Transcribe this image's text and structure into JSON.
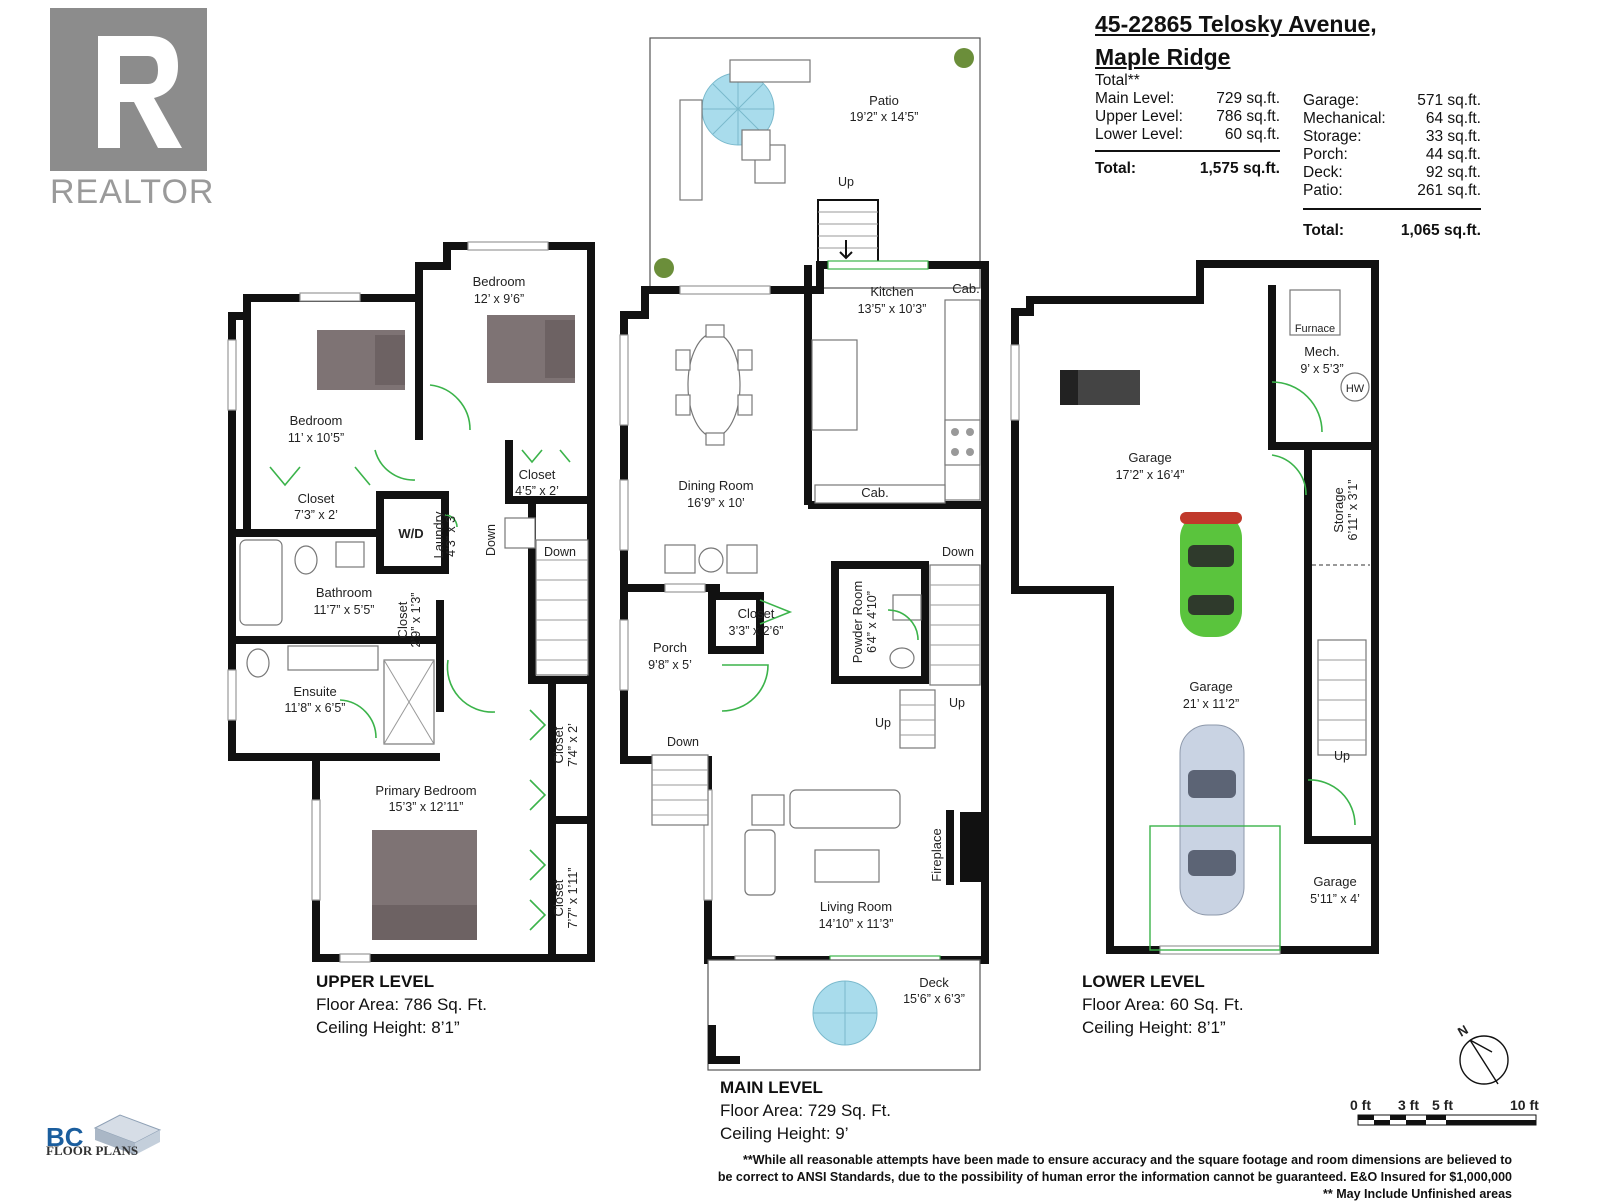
{
  "header": {
    "address_line1": "45-22865 Telosky Avenue,",
    "address_line2": "Maple Ridge"
  },
  "totals_left": {
    "heading": "Total**",
    "rows": [
      {
        "label": "Main Level:",
        "value": "729 sq.ft."
      },
      {
        "label": "Upper Level:",
        "value": "786 sq.ft."
      },
      {
        "label": "Lower Level:",
        "value": "60 sq.ft."
      }
    ],
    "total_label": "Total:",
    "total_value": "1,575 sq.ft."
  },
  "totals_right": {
    "rows": [
      {
        "label": "Garage:",
        "value": "571 sq.ft."
      },
      {
        "label": "Mechanical:",
        "value": "64 sq.ft."
      },
      {
        "label": "Storage:",
        "value": "33 sq.ft."
      },
      {
        "label": "Porch:",
        "value": "44 sq.ft."
      },
      {
        "label": "Deck:",
        "value": "92 sq.ft."
      },
      {
        "label": "Patio:",
        "value": "261 sq.ft."
      }
    ],
    "total_label": "Total:",
    "total_value": "1,065 sq.ft."
  },
  "levels": {
    "upper": {
      "name": "UPPER LEVEL",
      "area": "Floor Area: 786 Sq. Ft.",
      "ceiling": "Ceiling Height: 8’1”"
    },
    "main": {
      "name": "MAIN LEVEL",
      "area": "Floor Area: 729 Sq. Ft.",
      "ceiling": "Ceiling Height: 9’"
    },
    "lower": {
      "name": "LOWER LEVEL",
      "area": "Floor Area: 60 Sq. Ft.",
      "ceiling": "Ceiling Height: 8’1”"
    }
  },
  "rooms": {
    "bedroom_a": {
      "label": "Bedroom",
      "dim": "12’ x 9’6”"
    },
    "bedroom_b": {
      "label": "Bedroom",
      "dim": "11’ x 10’5”"
    },
    "closet_upper_1": {
      "label": "Closet",
      "dim": "4’5” x 2’"
    },
    "closet_upper_2": {
      "label": "Closet",
      "dim": "7’3” x 2’"
    },
    "wd": {
      "label": "W/D"
    },
    "laundry": {
      "label": "Laundry",
      "dim": "4’3” x 3’"
    },
    "bathroom": {
      "label": "Bathroom",
      "dim": "11’7” x 5’5”"
    },
    "closet_upper_3": {
      "label": "Closet",
      "dim": "2’9” x 1’3”"
    },
    "ensuite": {
      "label": "Ensuite",
      "dim": "11’8” x 6’5”"
    },
    "closet_upper_4": {
      "label": "Closet",
      "dim": "7’4” x 2’"
    },
    "closet_upper_5": {
      "label": "Closet",
      "dim": "7’7” x 1’11”"
    },
    "primary_bedroom": {
      "label": "Primary Bedroom",
      "dim": "15’3” x 12’11”"
    },
    "patio": {
      "label": "Patio",
      "dim": "19’2” x 14’5”"
    },
    "kitchen": {
      "label": "Kitchen",
      "dim": "13’5” x 10’3”"
    },
    "cab_top": {
      "label": "Cab."
    },
    "cab_bottom": {
      "label": "Cab."
    },
    "dining_room": {
      "label": "Dining Room",
      "dim": "16’9” x 10’"
    },
    "closet_main": {
      "label": "Closet",
      "dim": "3’3” x 2’6”"
    },
    "porch": {
      "label": "Porch",
      "dim": "9’8” x 5’"
    },
    "powder_room": {
      "label": "Powder Room",
      "dim": "6’4” x 4’10”"
    },
    "fireplace": {
      "label": "Fireplace"
    },
    "living_room": {
      "label": "Living Room",
      "dim": "14’10” x 11’3”"
    },
    "deck": {
      "label": "Deck",
      "dim": "15’6” x 6’3”"
    },
    "furnace": {
      "label": "Furnace"
    },
    "mech": {
      "label": "Mech.",
      "dim": "9’ x 5’3”"
    },
    "hw": {
      "label": "HW"
    },
    "garage_a": {
      "label": "Garage",
      "dim": "17’2” x 16’4”"
    },
    "storage": {
      "label": "Storage",
      "dim": "6’11” x 3’1”"
    },
    "garage_b": {
      "label": "Garage",
      "dim": "21’ x 11’2”"
    },
    "garage_c": {
      "label": "Garage",
      "dim": "5’11” x 4’"
    }
  },
  "stairs": {
    "up_patio": "Up",
    "down_upper_1": "Down",
    "down_upper_2": "Down",
    "down_main_1": "Down",
    "up_main_1": "Up",
    "up_main_2": "Up",
    "down_porch": "Down",
    "up_lower": "Up"
  },
  "scale": {
    "labels": [
      "0 ft",
      "3 ft",
      "5 ft",
      "10 ft"
    ]
  },
  "compass": {
    "label": "N"
  },
  "logos": {
    "realtor": "REALTOR",
    "bc": "BC",
    "bc_sub": "FLOOR PLANS"
  },
  "disclaimer": {
    "line1": "**While all reasonable attempts have been made to ensure accuracy and the square footage and room dimensions are believed to",
    "line2": "be correct to ANSI Standards, due to the possibility of human error the information cannot be guaranteed. E&O Insured for $1,000,000",
    "line3": "** May Include Unfinished areas"
  },
  "colors": {
    "door": "#3bb34a",
    "car_green": "#5ac43d",
    "car_silver": "#c9d3e3",
    "table_blue": "#a9dcec",
    "realtor_gray": "#8c8c8c"
  }
}
